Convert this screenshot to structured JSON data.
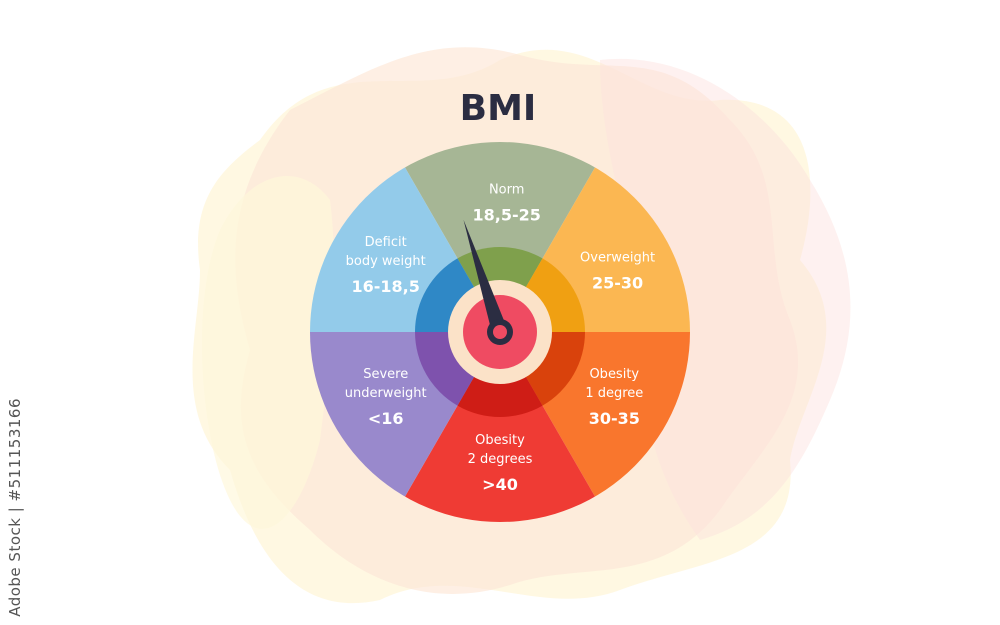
{
  "title": "BMI",
  "stock_id": "Adobe Stock | #511153166",
  "colors": {
    "norm": "#a6b695",
    "norm_inner": "#7fa04c",
    "overweight": "#fbb752",
    "overweight_inner": "#f0a012",
    "obesity1": "#f9762d",
    "obesity1_inner": "#d9420c",
    "obesity2": "#ef3b34",
    "obesity2_inner": "#cf1d16",
    "severe": "#9989cc",
    "severe_inner": "#7e52ad",
    "deficit": "#93cbea",
    "deficit_inner": "#2f88c6",
    "hub_ring": "#fbe2c8",
    "hub_core": "#ef4b62",
    "needle": "#2b2d42"
  },
  "segments": [
    {
      "key": "norm",
      "name_lines": [
        "Norm"
      ],
      "range": "18,5-25"
    },
    {
      "key": "overweight",
      "name_lines": [
        "Overweight"
      ],
      "range": "25-30"
    },
    {
      "key": "obesity1",
      "name_lines": [
        "Obesity",
        "1 degree"
      ],
      "range": "30-35"
    },
    {
      "key": "obesity2",
      "name_lines": [
        "Obesity",
        "2 degrees"
      ],
      "range": ">40"
    },
    {
      "key": "severe",
      "name_lines": [
        "Severe",
        "underweight"
      ],
      "range": "<16"
    },
    {
      "key": "deficit",
      "name_lines": [
        "Deficit",
        "body weight"
      ],
      "range": "16-18,5"
    }
  ]
}
